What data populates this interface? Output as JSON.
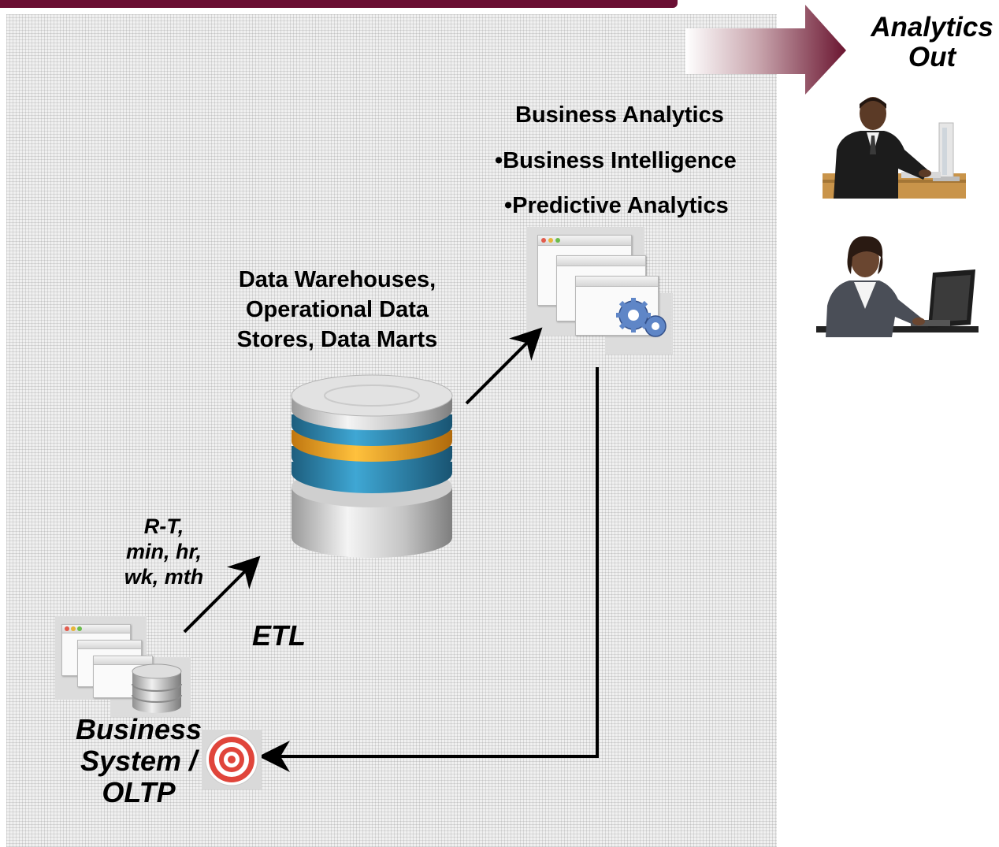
{
  "analytics_out": {
    "line1": "Analytics",
    "line2": "Out"
  },
  "business_analytics": {
    "heading": "Business Analytics",
    "bullets": [
      "•Business Intelligence",
      "•Predictive Analytics"
    ]
  },
  "warehouse": {
    "lines": [
      "Data Warehouses,",
      "Operational Data",
      "Stores, Data Marts"
    ]
  },
  "frequency": {
    "lines": [
      "R-T,",
      "min, hr,",
      "wk, mth"
    ]
  },
  "etl_label": "ETL",
  "business_system": {
    "lines": [
      "Business",
      "System /",
      "OLTP"
    ]
  },
  "colors": {
    "brand": "#6a0f33",
    "arrow": "#000000",
    "disk_blue": "#2a7fa8",
    "disk_orange": "#f0a21c",
    "target_red": "#e0453b"
  },
  "icons": [
    "analytics-out-arrow",
    "app-windows-gears-icon",
    "database-cylinder-icon",
    "app-windows-database-icon",
    "target-icon",
    "businessman-at-computer",
    "businesswoman-at-computer"
  ]
}
